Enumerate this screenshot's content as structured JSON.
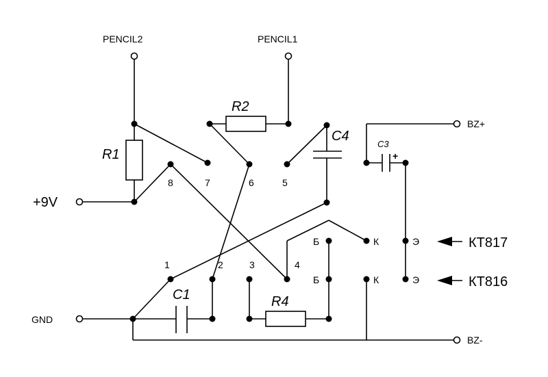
{
  "terminals": {
    "pencil2": "PENCIL2",
    "pencil1": "PENCIL1",
    "bz_plus": "BZ+",
    "bz_minus": "BZ-",
    "plus9v": "+9V",
    "gnd": "GND"
  },
  "components": {
    "r1": "R1",
    "r2": "R2",
    "r4": "R4",
    "c1": "C1",
    "c3": "C3",
    "c3_polarity": "+",
    "c4": "C4"
  },
  "ic_pins": {
    "p1": "1",
    "p2": "2",
    "p3": "3",
    "p4": "4",
    "p5": "5",
    "p6": "6",
    "p7": "7",
    "p8": "8"
  },
  "transistor_pins": {
    "b1": "Б",
    "b2": "Б",
    "k1": "К",
    "k2": "К",
    "e1": "Э",
    "e2": "Э"
  },
  "transistors": {
    "t1": "КТ817",
    "t2": "КТ816"
  }
}
